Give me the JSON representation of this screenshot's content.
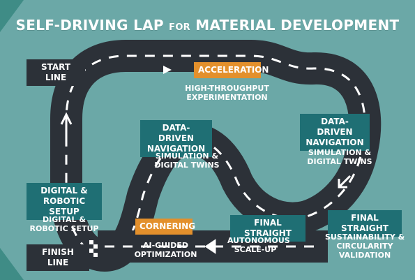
{
  "title": {
    "part1": "SELF-DRIVING LAP",
    "part2": "FOR",
    "part3": "MATERIAL DEVELOPMENT"
  },
  "labels": {
    "start_line": "START LINE",
    "acceleration": "ACCELERATION",
    "acceleration_sub_1": "HIGH-THROUGHPUT",
    "acceleration_sub_2": "EXPERIMENTATION",
    "data_nav_left_1": "DATA-DRIVEN",
    "data_nav_left_2": "NAVIGATION",
    "sim_left_1": "SIMULATION &",
    "sim_left_2": "DIGITAL TWINS",
    "data_nav_right_1": "DATA-DRIVEN",
    "data_nav_right_2": "NAVIGATION",
    "sim_right_1": "SIMULATION &",
    "sim_right_2": "DIGITAL TWINS",
    "digital_setup_1": "DIGITAL &",
    "digital_setup_2": "ROBOTIC SETUP",
    "digital_setup_sub_1": "DIGITAL &",
    "digital_setup_sub_2": "ROBOTIC SETUP",
    "final_straight_mid": "FINAL STRAIGHT",
    "final_straight_right": "FINAL STRAIGHT",
    "autonomous_1": "AUTONOMOUS",
    "autonomous_2": "SCALE-UP",
    "sustain_1": "SUSTAINABILITY &",
    "sustain_2": "CIRCULARITY",
    "sustain_3": "VALIDATION",
    "cornering": "CORNERING",
    "ai_guided_1": "AI-GUIDED",
    "ai_guided_2": "OPTIMIZATION",
    "finish_line": "FINISH LINE"
  },
  "colors": {
    "background": "#6ba8a7",
    "track": "#2c3138",
    "teal_box": "#1f6f74",
    "orange_box": "#e3902c",
    "dash": "#ffffff"
  },
  "icons": [
    "arrow-right-icon",
    "arrow-up-icon",
    "arrow-down-left-icon",
    "arrow-left-icon",
    "checkered-flag-icon"
  ]
}
